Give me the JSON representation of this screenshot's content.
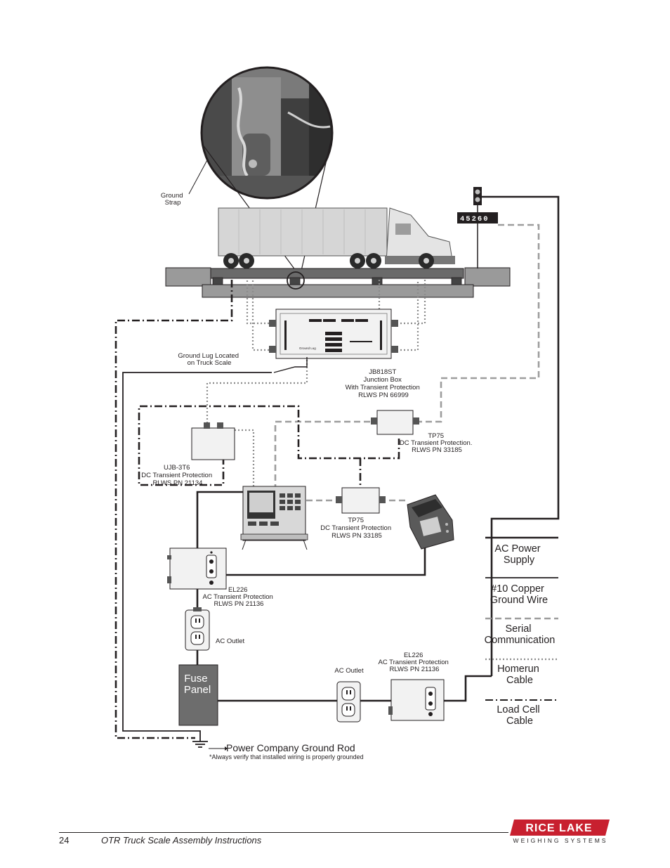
{
  "diagram": {
    "labels": {
      "ground_strap": [
        "Ground",
        "Strap"
      ],
      "ground_lug": [
        "Ground Lug Located",
        "on Truck Scale"
      ],
      "junction_box": [
        "JB818ST",
        "Junction Box",
        "With Transient Protection",
        "RLWS PN 66999"
      ],
      "tp75_upper": [
        "TP75",
        "DC Transient Protection.",
        "RLWS PN 33185"
      ],
      "ujb": [
        "UJB-3T6",
        "DC Transient Protection",
        "RLWS PN 21134"
      ],
      "tp75_lower": [
        "TP75",
        "DC Transient Protection",
        "RLWS PN 33185"
      ],
      "el226_left": [
        "EL226",
        "AC Transient Protection",
        "RLWS PN 21136"
      ],
      "ac_outlet_left": "AC Outlet",
      "ac_outlet_right": "AC Outlet",
      "el226_right": [
        "EL226",
        "AC Transient Protection",
        "RLWS PN 21136"
      ],
      "fuse_panel": [
        "Fuse",
        "Panel"
      ],
      "ground_rod": "Power Company Ground Rod",
      "ground_note": "*Always verify that installed wiring is properly grounded",
      "remote_display": "45260",
      "jb_ground_lug": "Ground Lug"
    },
    "legend": [
      {
        "label": [
          "AC Power",
          "Supply"
        ],
        "style": "solid"
      },
      {
        "label": [
          "#10 Copper",
          "Ground Wire"
        ],
        "style": "solid"
      },
      {
        "label": [
          "Serial",
          "Communication"
        ],
        "style": "dashed"
      },
      {
        "label": [
          "Homerun",
          "Cable"
        ],
        "style": "dotted"
      },
      {
        "label": [
          "Load Cell",
          "Cable"
        ],
        "style": "dash-dot"
      }
    ],
    "colors": {
      "ink": "#231f20",
      "serial_gray": "#9d9d9d",
      "homerun_gray": "#8c8c8c",
      "brand_red": "#c8202f"
    }
  },
  "footer": {
    "page_number": "24",
    "doc_title": "OTR Truck Scale Assembly Instructions"
  },
  "brand": {
    "name": "RICE LAKE",
    "subtitle": "WEIGHING SYSTEMS"
  }
}
